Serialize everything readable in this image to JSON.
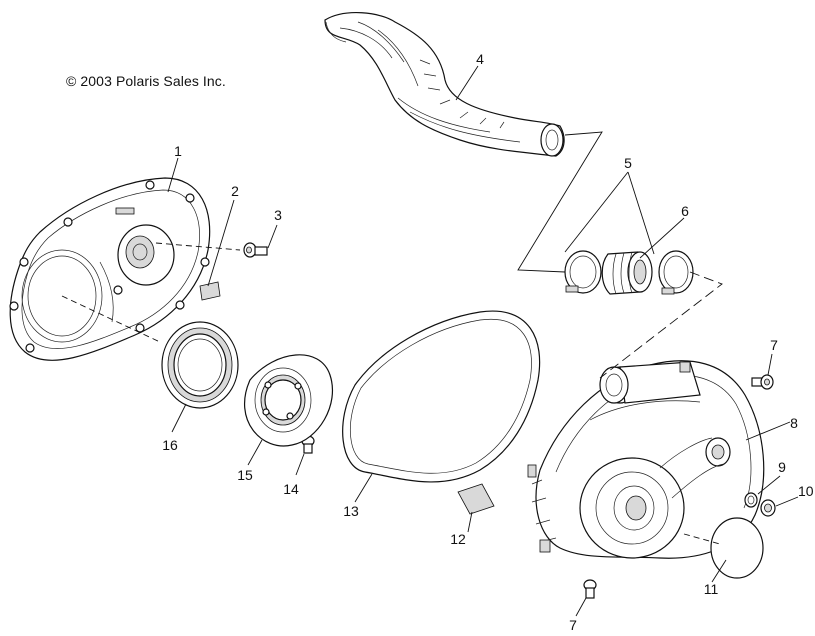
{
  "copyright": "© 2003 Polaris Sales Inc.",
  "callouts": [
    "1",
    "2",
    "3",
    "4",
    "5",
    "6",
    "7",
    "8",
    "9",
    "10",
    "11",
    "12",
    "13",
    "14",
    "15",
    "16",
    "7"
  ]
}
